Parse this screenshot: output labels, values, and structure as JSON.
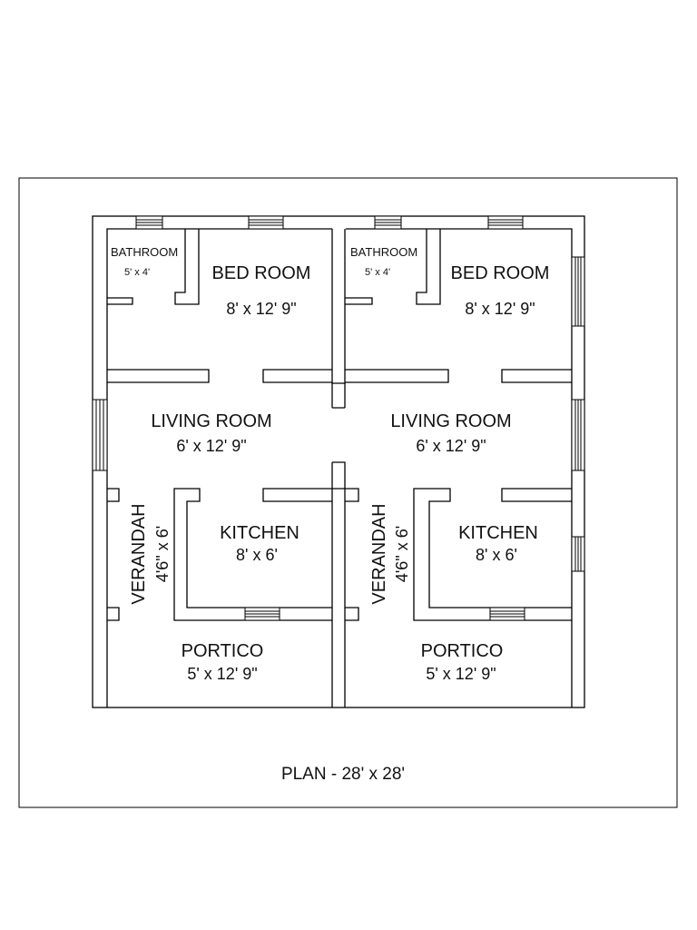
{
  "plan_title": "PLAN - 28' x 28'",
  "units": [
    {
      "bathroom": {
        "name": "BATHROOM",
        "size": "5' x 4'"
      },
      "bedroom": {
        "name": "BED ROOM",
        "size": "8' x 12' 9\""
      },
      "living": {
        "name": "LIVING ROOM",
        "size": "6' x 12' 9\""
      },
      "verandah": {
        "name": "VERANDAH",
        "size": "4'6\" x 6'"
      },
      "kitchen": {
        "name": "KITCHEN",
        "size": "8' x 6'"
      },
      "portico": {
        "name": "PORTICO",
        "size": "5' x 12' 9\""
      }
    },
    {
      "bathroom": {
        "name": "BATHROOM",
        "size": "5' x 4'"
      },
      "bedroom": {
        "name": "BED ROOM",
        "size": "8' x 12' 9\""
      },
      "living": {
        "name": "LIVING ROOM",
        "size": "6' x 12' 9\""
      },
      "verandah": {
        "name": "VERANDAH",
        "size": "4'6\" x 6'"
      },
      "kitchen": {
        "name": "KITCHEN",
        "size": "8' x 6'"
      },
      "portico": {
        "name": "PORTICO",
        "size": "5' x 12' 9\""
      }
    }
  ]
}
